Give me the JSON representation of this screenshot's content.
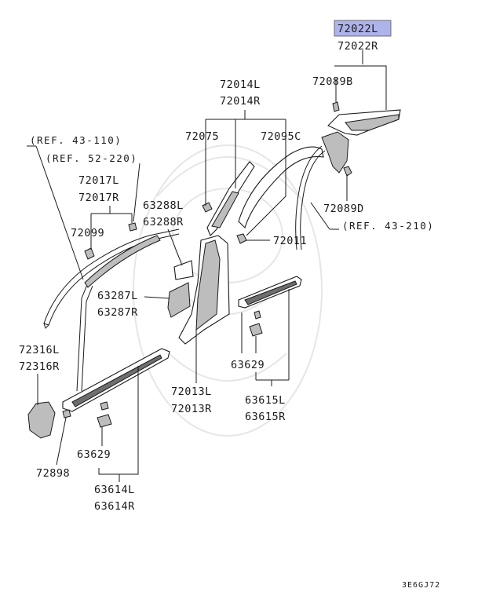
{
  "diagram": {
    "highlight_color": "#aeb4ea",
    "ref_labels": [
      "(REF. 43-110)",
      "(REF. 52-220)",
      "(REF. 43-210)"
    ],
    "part_labels": {
      "p72022l": "72022L",
      "p72022r": "72022R",
      "p72089b": "72089B",
      "p72014l": "72014L",
      "p72014r": "72014R",
      "p72075": "72075",
      "p72095c": "72095C",
      "p72017l": "72017L",
      "p72017r": "72017R",
      "p72099": "72099",
      "p63288l": "63288L",
      "p63288r": "63288R",
      "p72089d": "72089D",
      "p72011": "72011",
      "p63287l": "63287L",
      "p63287r": "63287R",
      "p72316l": "72316L",
      "p72316r": "72316R",
      "p63629a": "63629",
      "p72013l": "72013L",
      "p72013r": "72013R",
      "p63615l": "63615L",
      "p63615r": "63615R",
      "p63629b": "63629",
      "p72898": "72898",
      "p63614l": "63614L",
      "p63614r": "63614R"
    },
    "diagram_code": "3E6GJ72"
  }
}
